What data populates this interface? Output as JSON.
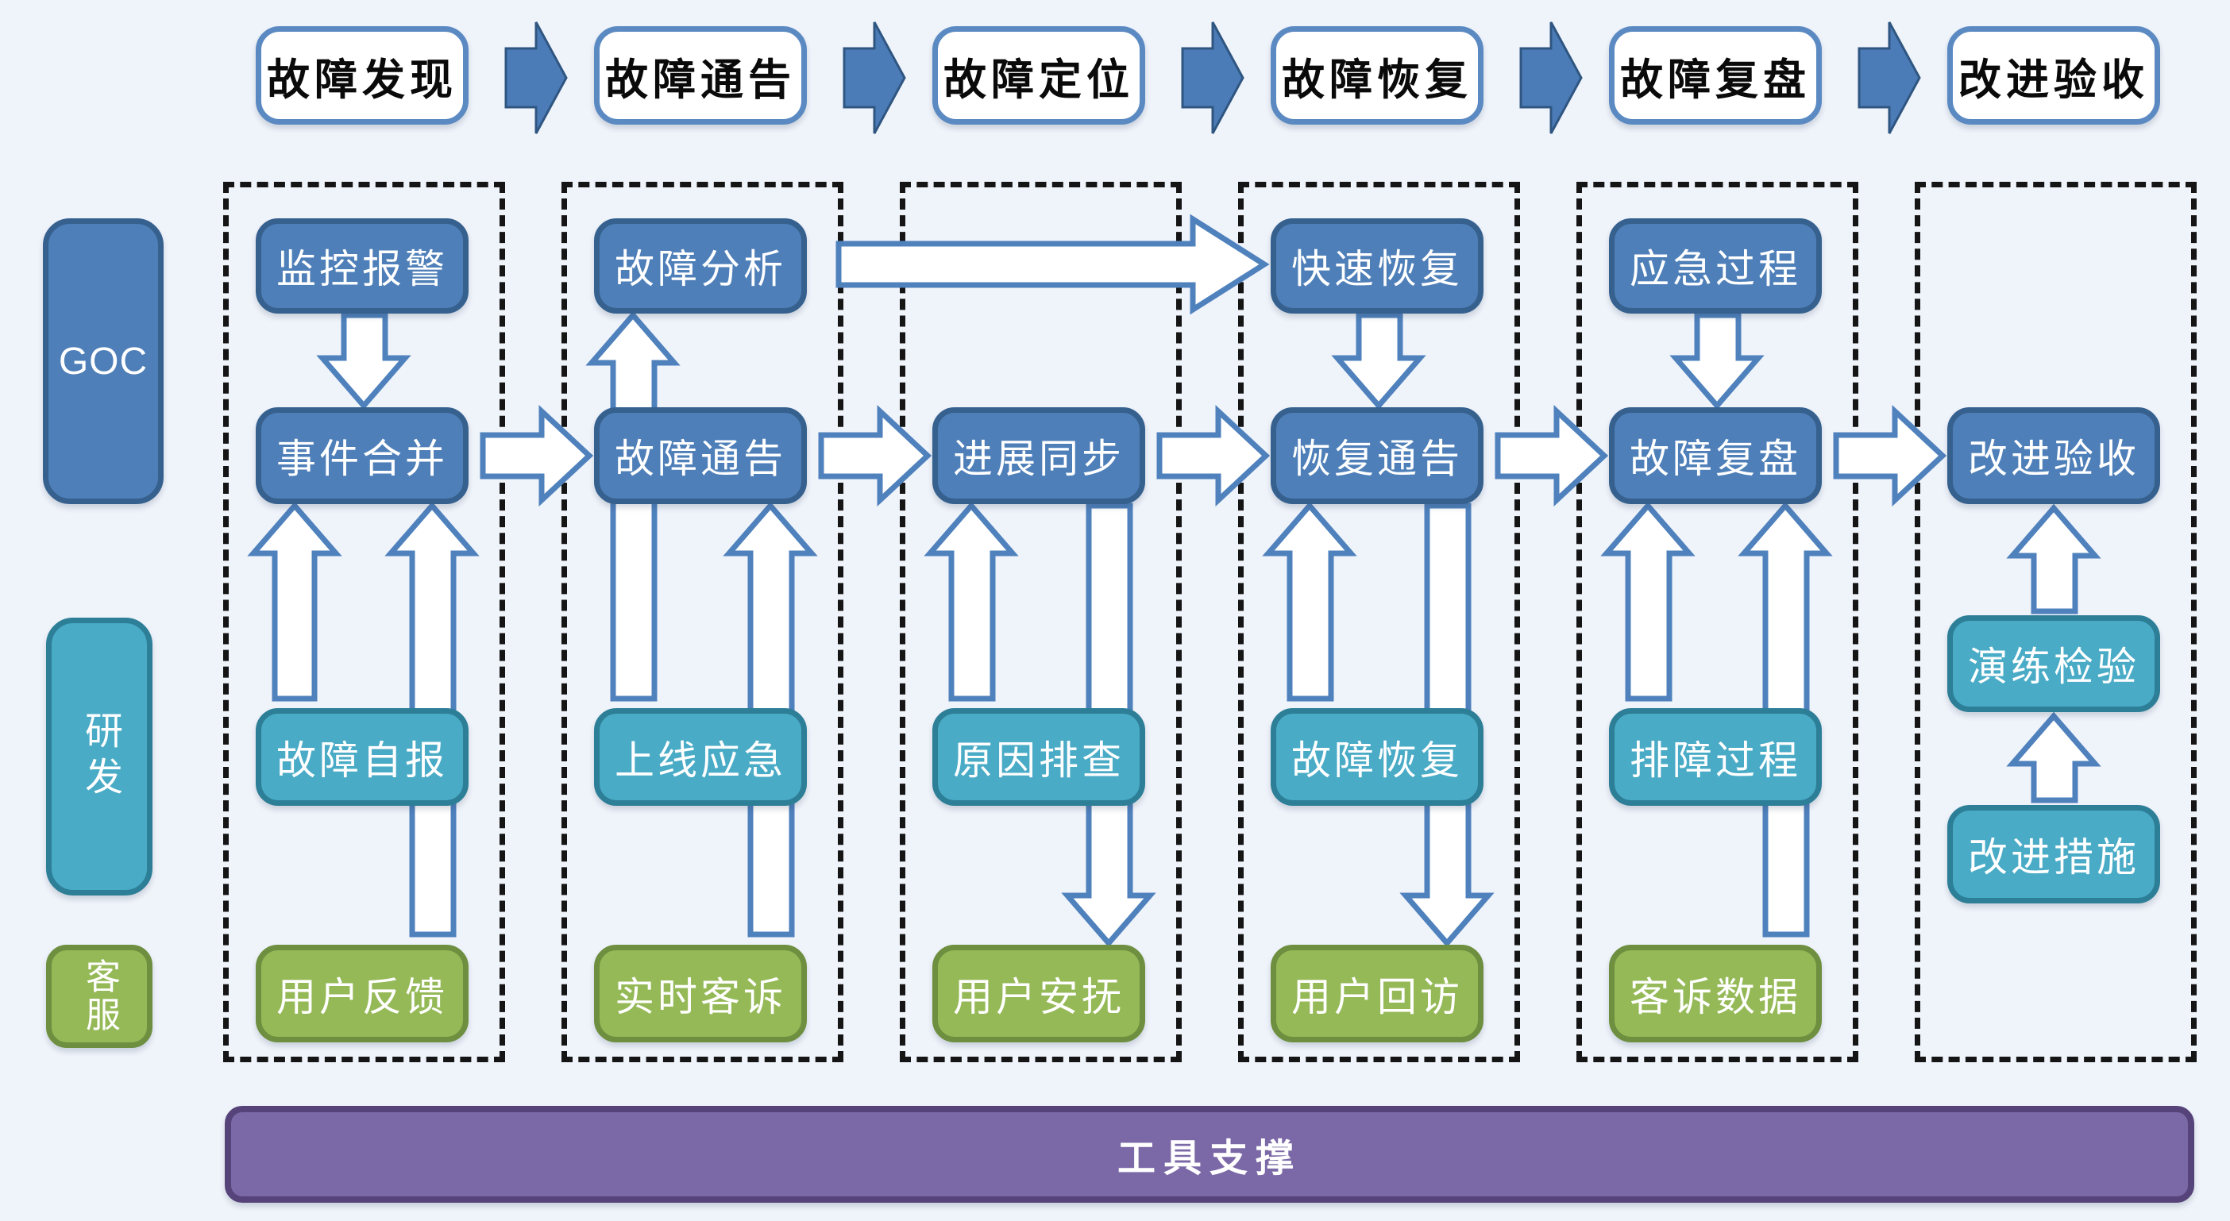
{
  "phases": [
    "故障发现",
    "故障通告",
    "故障定位",
    "故障恢复",
    "故障复盘",
    "改进验收"
  ],
  "lanes": {
    "goc": "GOC",
    "dev": "研发",
    "cs": "客服"
  },
  "columns": [
    {
      "top": "监控报警",
      "mid": "事件合并",
      "dev": "故障自报",
      "cs": "用户反馈"
    },
    {
      "top": "故障分析",
      "mid": "故障通告",
      "dev": "上线应急",
      "cs": "实时客诉"
    },
    {
      "mid": "进展同步",
      "dev": "原因排查",
      "cs": "用户安抚"
    },
    {
      "top": "快速恢复",
      "mid": "恢复通告",
      "dev": "故障恢复",
      "cs": "用户回访"
    },
    {
      "top": "应急过程",
      "mid": "故障复盘",
      "dev": "排障过程",
      "cs": "客诉数据"
    },
    {
      "mid": "改进验收",
      "drill": "演练检验",
      "improve": "改进措施"
    }
  ],
  "footer": {
    "label": "工具支撑"
  },
  "colors": {
    "background": "#EFF3FA",
    "goc_blue": "#4E7FB8",
    "dev_teal": "#49ABC6",
    "cs_green": "#95B957",
    "tool_purple": "#7B68A6",
    "arrow_outline_blue": "#4F81BD",
    "phase_arrow_blue": "#4C7CB8",
    "dashed_border": "#151515"
  }
}
